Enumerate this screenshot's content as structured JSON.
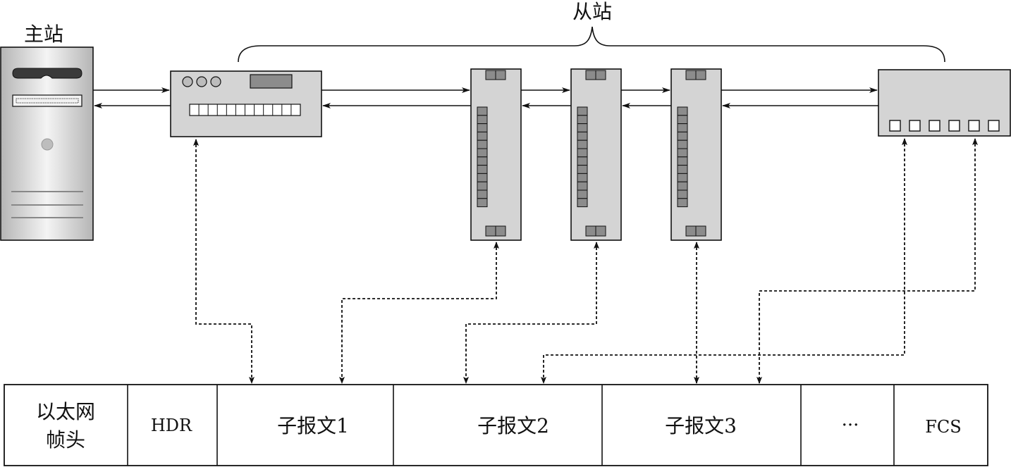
{
  "labels": {
    "master": "主站",
    "slaves": "从站"
  },
  "frame": {
    "fields": [
      {
        "id": "eth-header",
        "lines": [
          "以太网",
          "帧头"
        ]
      },
      {
        "id": "hdr",
        "lines": [
          "HDR"
        ]
      },
      {
        "id": "sub1",
        "lines": [
          "子报文1"
        ]
      },
      {
        "id": "sub2",
        "lines": [
          "子报文2"
        ]
      },
      {
        "id": "sub3",
        "lines": [
          "子报文3"
        ]
      },
      {
        "id": "ellipsis",
        "lines": [
          "···"
        ]
      },
      {
        "id": "fcs",
        "lines": [
          "FCS"
        ]
      }
    ]
  },
  "colors": {
    "device_fill": "#d4d4d4",
    "device_stroke": "#111111",
    "led_fill": "#8c8c8c"
  },
  "icons": {
    "master": "server-tower-icon",
    "slave1": "io-module-icon",
    "slave-rail": "din-rail-module-icon",
    "slave-last": "io-box-icon"
  }
}
